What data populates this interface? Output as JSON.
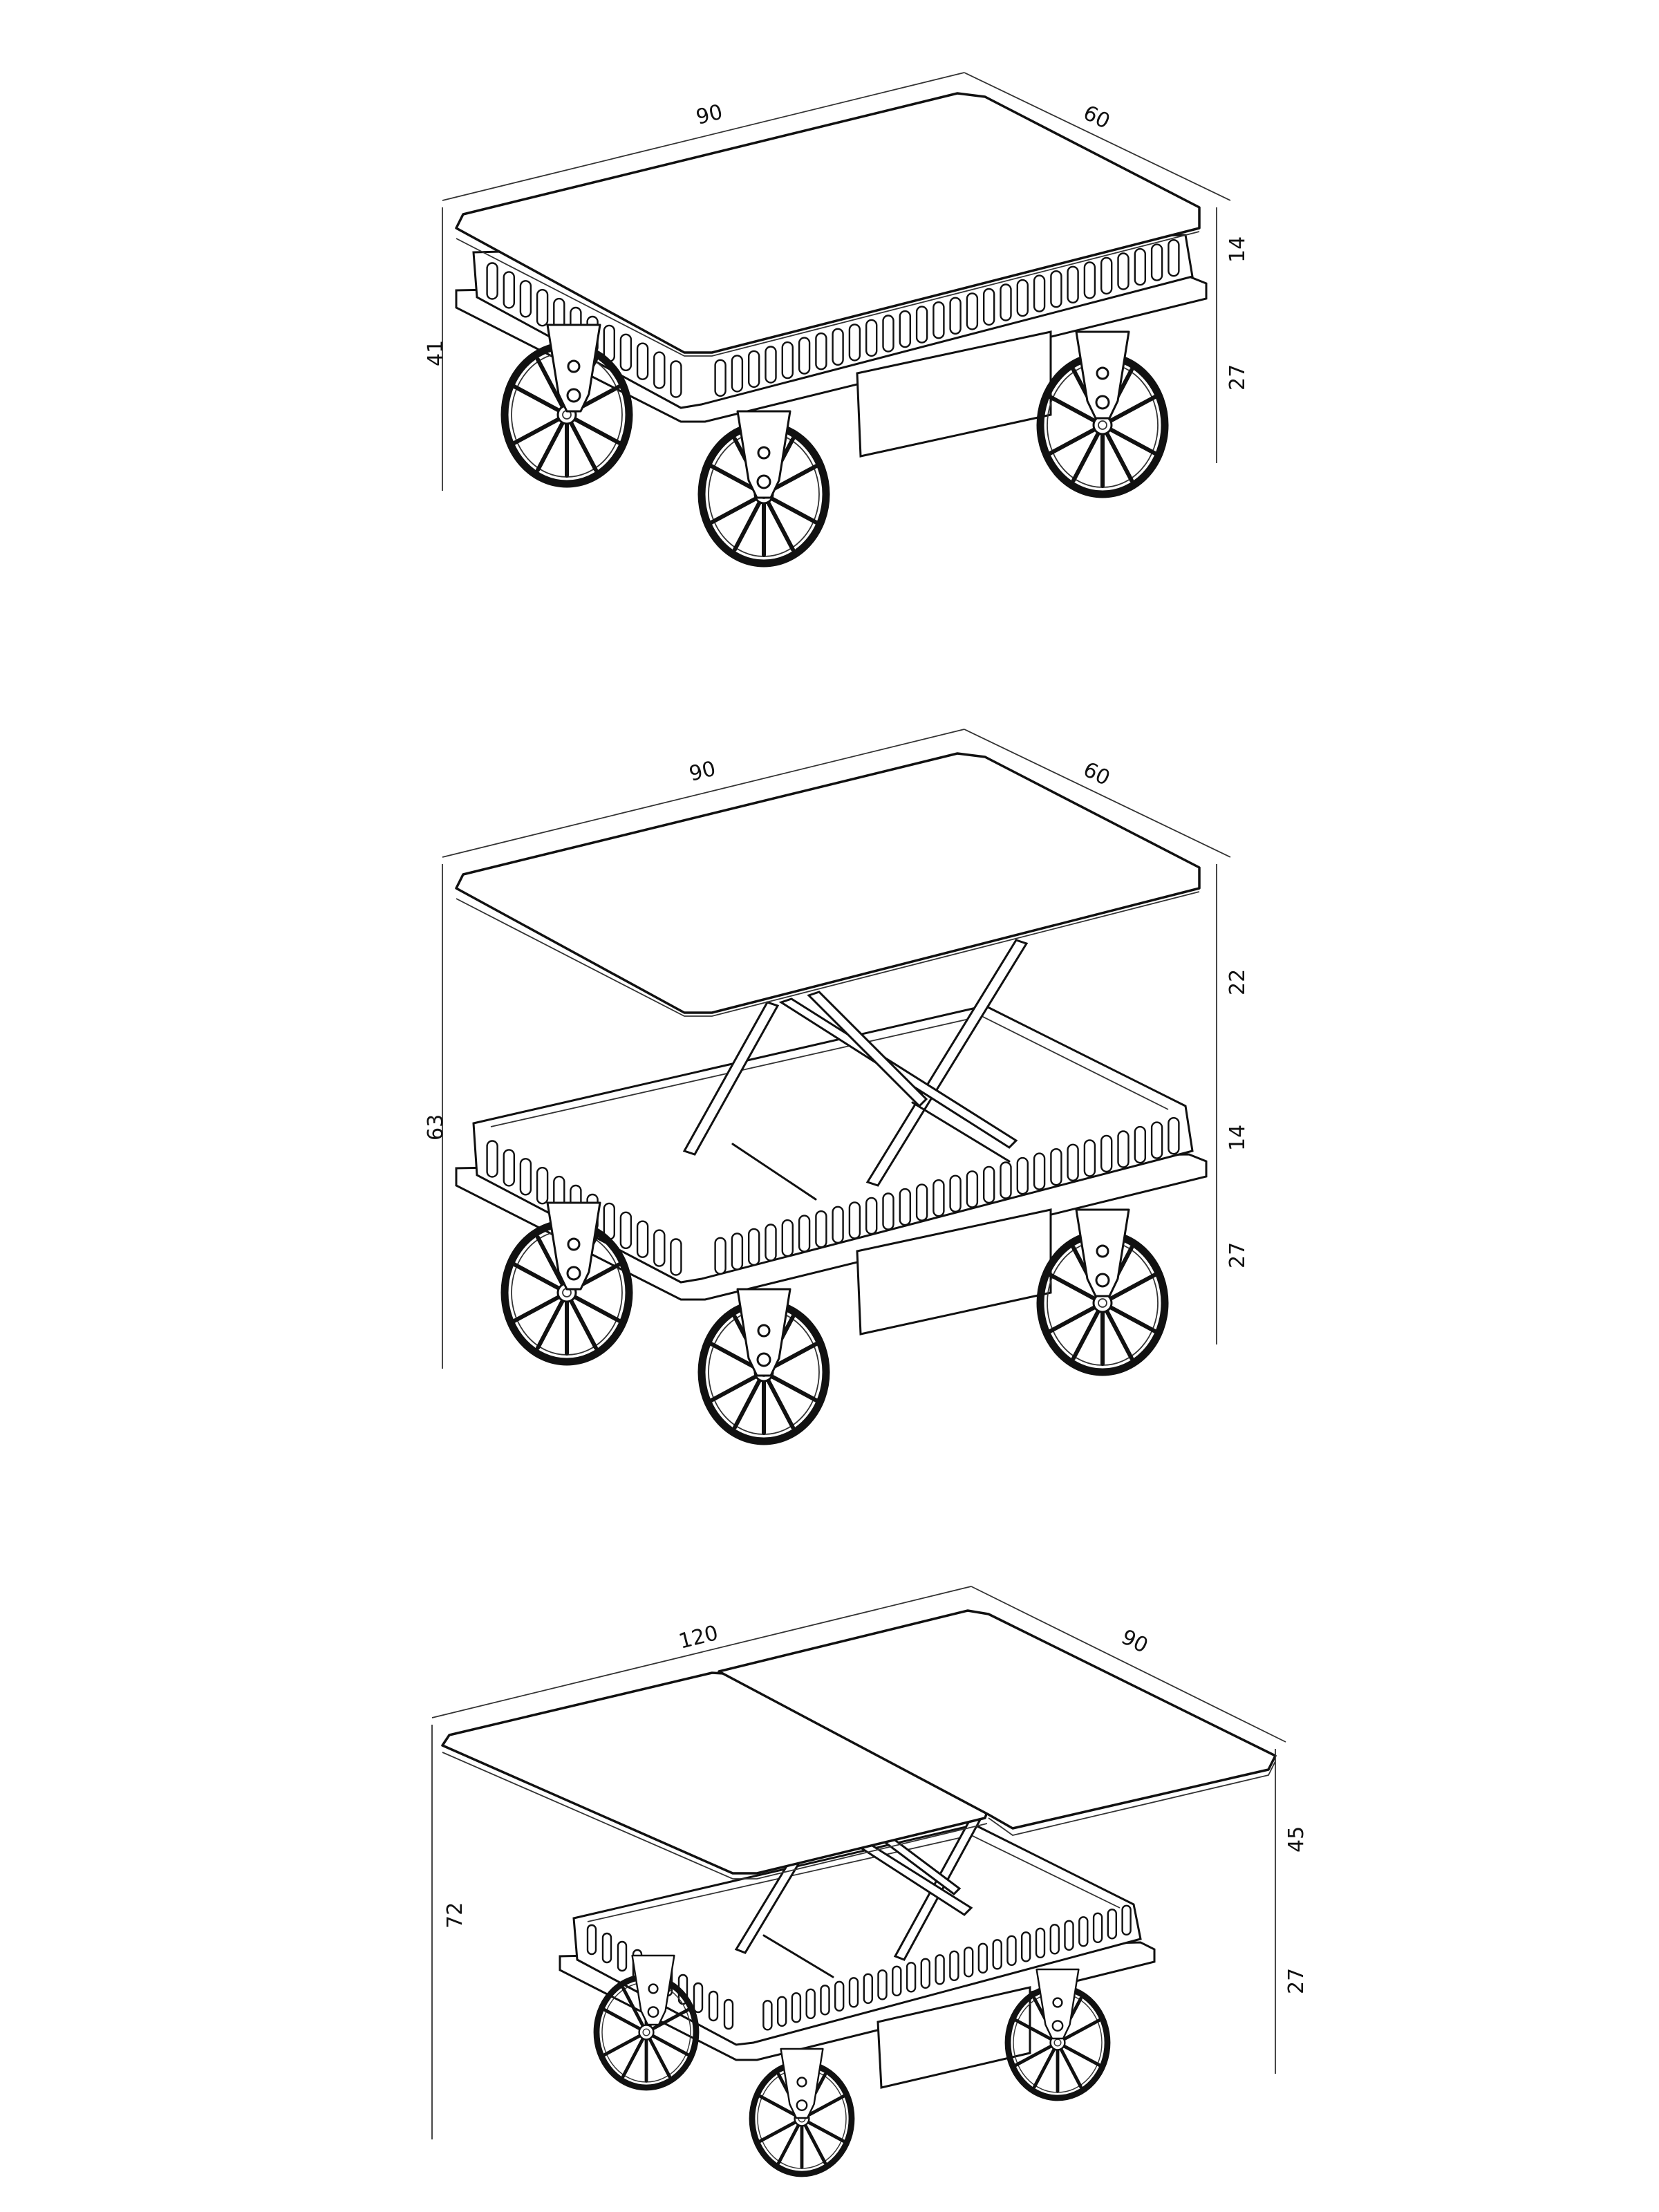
{
  "views": [
    {
      "name": "closed",
      "dimensions": {
        "length": "90",
        "width": "60",
        "height": "41",
        "top_section": "14",
        "base_section": "27"
      }
    },
    {
      "name": "lifted",
      "dimensions": {
        "length": "90",
        "width": "60",
        "height": "63",
        "lift": "22",
        "top_section": "14",
        "base_section": "27"
      }
    },
    {
      "name": "extended",
      "dimensions": {
        "length": "120",
        "width": "90",
        "height": "72",
        "lift": "45",
        "base_section": "27"
      }
    }
  ],
  "colors": {
    "line": "#111111",
    "background": "#ffffff"
  },
  "parts": [
    "table-top",
    "slotted-frame",
    "wheel",
    "lift-mechanism",
    "storage-box"
  ]
}
